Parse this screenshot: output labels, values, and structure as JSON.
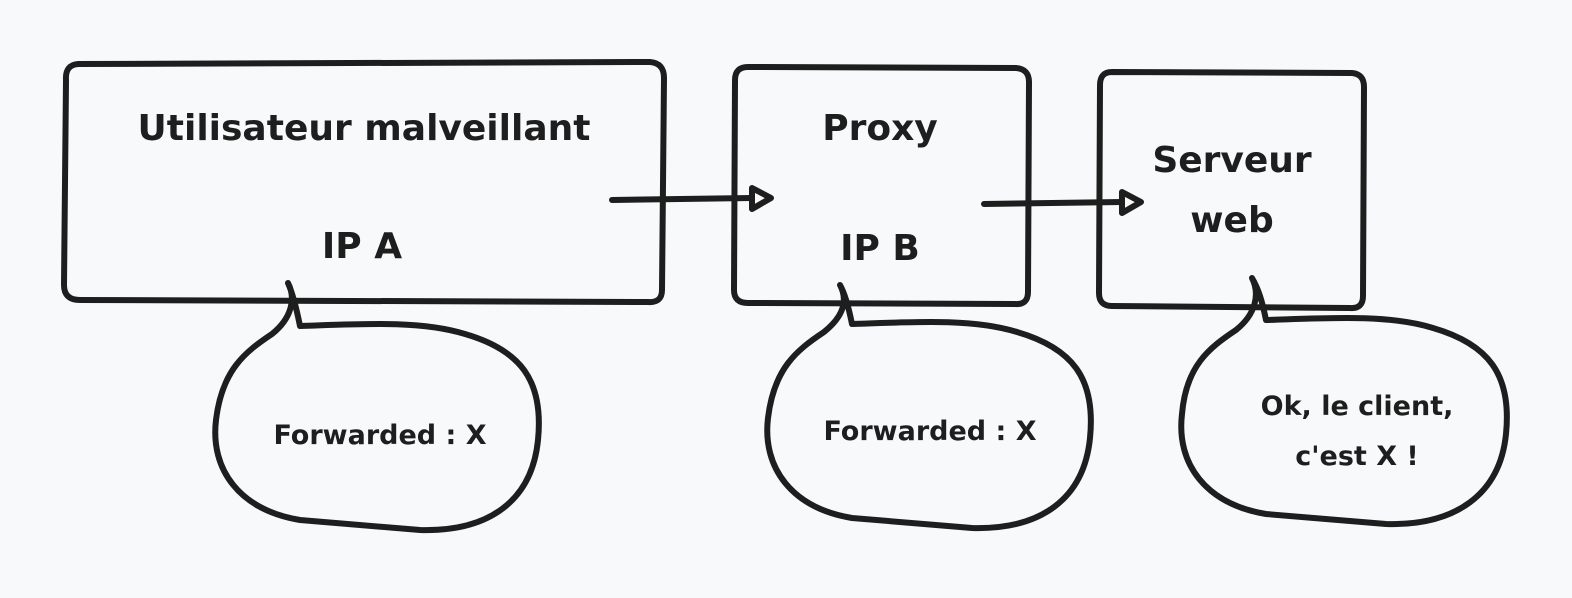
{
  "diagram": {
    "nodes": [
      {
        "id": "attacker",
        "title": "Utilisateur malveillant",
        "subtitle": "IP A"
      },
      {
        "id": "proxy",
        "title": "Proxy",
        "subtitle": "IP B"
      },
      {
        "id": "server",
        "title_line1": "Serveur",
        "title_line2": "web"
      }
    ],
    "bubbles": [
      {
        "text": "Forwarded : X"
      },
      {
        "text": "Forwarded : X"
      },
      {
        "line1": "Ok, le client,",
        "line2": "c'est X !"
      }
    ],
    "colors": {
      "stroke": "#1e1e1e",
      "background": "#f8f9fa"
    }
  }
}
